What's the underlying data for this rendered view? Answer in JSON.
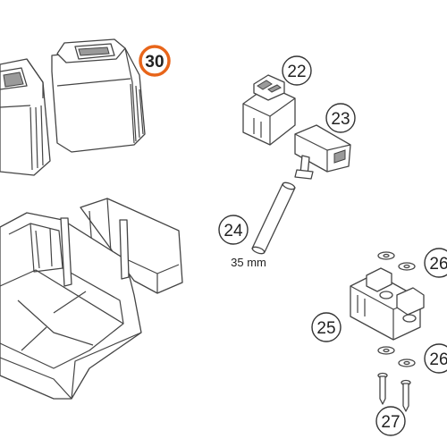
{
  "diagram": {
    "colors": {
      "highlight_ring": "#e8651a",
      "line": "#444444",
      "background": "#ffffff"
    },
    "callouts": [
      {
        "id": "30",
        "label": "30",
        "highlighted": true
      },
      {
        "id": "22",
        "label": "22",
        "highlighted": false
      },
      {
        "id": "23",
        "label": "23",
        "highlighted": false
      },
      {
        "id": "24",
        "label": "24",
        "highlighted": false
      },
      {
        "id": "25",
        "label": "25",
        "highlighted": false
      },
      {
        "id": "26a",
        "label": "26",
        "highlighted": false
      },
      {
        "id": "26b",
        "label": "26",
        "highlighted": false
      },
      {
        "id": "27",
        "label": "27",
        "highlighted": false
      }
    ],
    "dimension_label": "35 mm"
  }
}
